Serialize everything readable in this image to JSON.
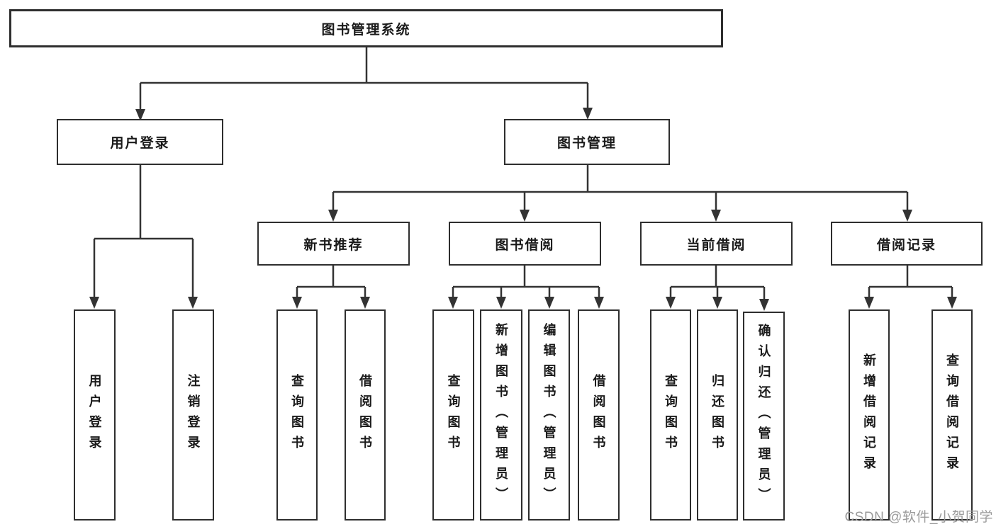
{
  "title": {
    "label": "图书管理系统"
  },
  "level2": {
    "login": {
      "label": "用户登录"
    },
    "management": {
      "label": "图书管理"
    }
  },
  "level3": {
    "new_books": {
      "label": "新书推荐"
    },
    "borrowing": {
      "label": "图书借阅"
    },
    "current": {
      "label": "当前借阅"
    },
    "records": {
      "label": "借阅记录"
    }
  },
  "leaves": [
    {
      "label": "用户登录"
    },
    {
      "label": "注销登录"
    },
    {
      "label": "查询图书"
    },
    {
      "label": "借阅图书"
    },
    {
      "label": "查询图书"
    },
    {
      "label": "新增图书（管理员）"
    },
    {
      "label": "编辑图书（管理员）"
    },
    {
      "label": "借阅图书"
    },
    {
      "label": "查询图书"
    },
    {
      "label": "归还图书"
    },
    {
      "label": "确认归还（管理员）"
    },
    {
      "label": "新增借阅记录"
    },
    {
      "label": "查询借阅记录"
    }
  ],
  "watermark": {
    "text": "CSDN @软件_小贺同学"
  },
  "colors": {
    "line": "#333333",
    "box_border": "#2e2e2e",
    "text": "#1a1a1a",
    "watermark": "#9b9b9b",
    "background": "#ffffff"
  }
}
